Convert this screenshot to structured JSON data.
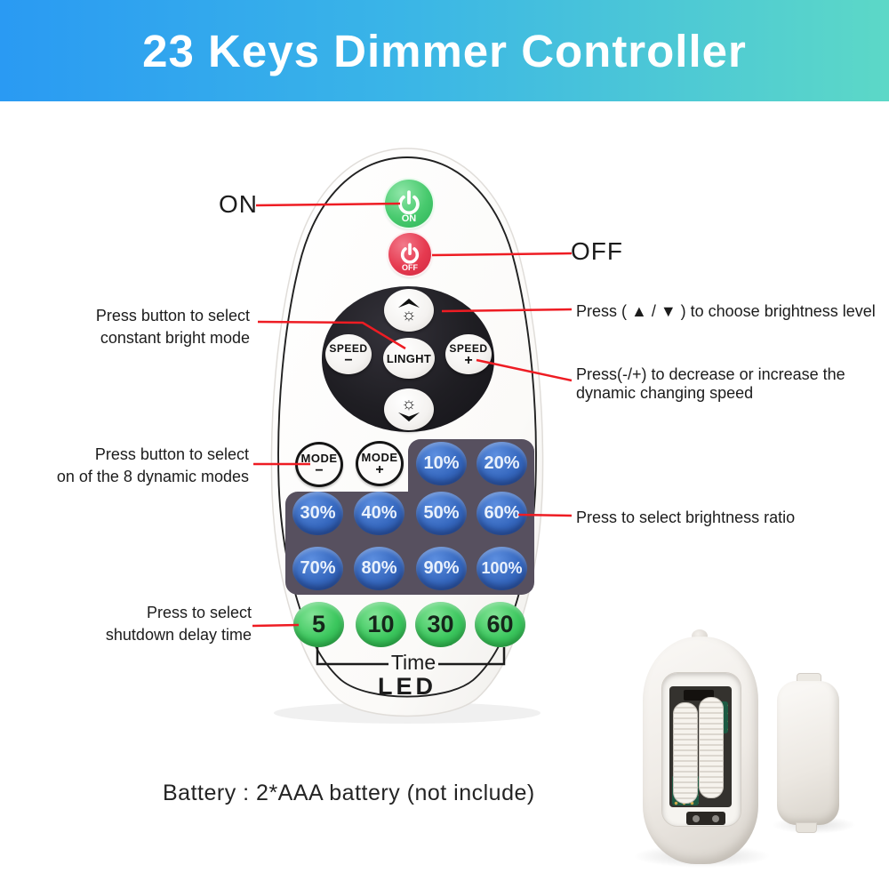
{
  "banner": {
    "title": "23 Keys Dimmer Controller"
  },
  "remote": {
    "on_label": "ON",
    "off_label": "OFF",
    "speed_minus": {
      "top": "SPEED",
      "sign": "−"
    },
    "light_label": "LINGHT",
    "speed_plus": {
      "top": "SPEED",
      "sign": "+"
    },
    "mode_minus": {
      "top": "MODE",
      "sign": "−"
    },
    "mode_plus": {
      "top": "MODE",
      "sign": "+"
    },
    "percent_buttons": [
      "10%",
      "20%",
      "30%",
      "40%",
      "50%",
      "60%",
      "70%",
      "80%",
      "90%",
      "100%"
    ],
    "time_buttons": [
      "5",
      "10",
      "30",
      "60"
    ],
    "time_label": "Time",
    "led_label": "LED"
  },
  "icons": {
    "sun": "☼",
    "power": "power-icon",
    "brightness_up": "chevron-up-icon",
    "brightness_down": "chevron-down-icon"
  },
  "annotations": {
    "on": "ON",
    "off": "OFF",
    "brightness": "Press ( ▲ / ▼ ) to choose brightness level",
    "constant": {
      "line1": "Press button to select",
      "line2": "constant bright mode"
    },
    "speed": {
      "line1": "Press(-/+) to decrease or increase the",
      "line2": "dynamic changing speed"
    },
    "mode": {
      "line1": "Press button to select",
      "line2": "on of the 8 dynamic modes"
    },
    "ratio": "Press to select brightness ratio",
    "shutdown": {
      "line1": "Press to select",
      "line2": "shutdown delay time"
    }
  },
  "footer": {
    "battery_note": "Battery : 2*AAA battery  (not include)"
  },
  "colors": {
    "banner_left": "#2a9af3",
    "banner_right": "#5cd8c7",
    "annotation_line": "#ee1c23",
    "power_on_green": "#3fc468",
    "power_off_red": "#e63a50",
    "percent_blue": "#3567be",
    "time_green": "#3cc75e",
    "panel_dark": "#57505f",
    "pad_black": "#1f1e23"
  }
}
